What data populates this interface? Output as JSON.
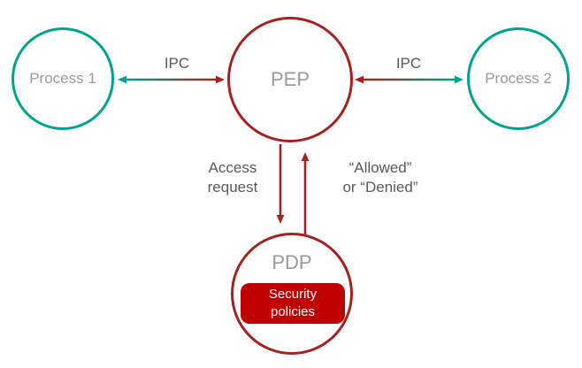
{
  "colors": {
    "background": "#ffffff",
    "teal": "#00A48C",
    "dark_red": "#A42222",
    "policy_box_red": "#C00000",
    "node_text_gray": "#9A9A9A",
    "edge_text_gray": "#595959",
    "policy_text_white": "#ffffff"
  },
  "nodes": {
    "process1": {
      "label": "Process 1"
    },
    "pep": {
      "label": "PEP"
    },
    "process2": {
      "label": "Process 2"
    },
    "pdp": {
      "label": "PDP"
    },
    "security_policies": {
      "line1": "Security",
      "line2": "policies"
    }
  },
  "edges": {
    "ipc_left": {
      "label": "IPC"
    },
    "ipc_right": {
      "label": "IPC"
    },
    "access_request": {
      "line1": "Access",
      "line2": "request"
    },
    "decision": {
      "line1": "“Allowed”",
      "line2": "or “Denied”"
    }
  }
}
